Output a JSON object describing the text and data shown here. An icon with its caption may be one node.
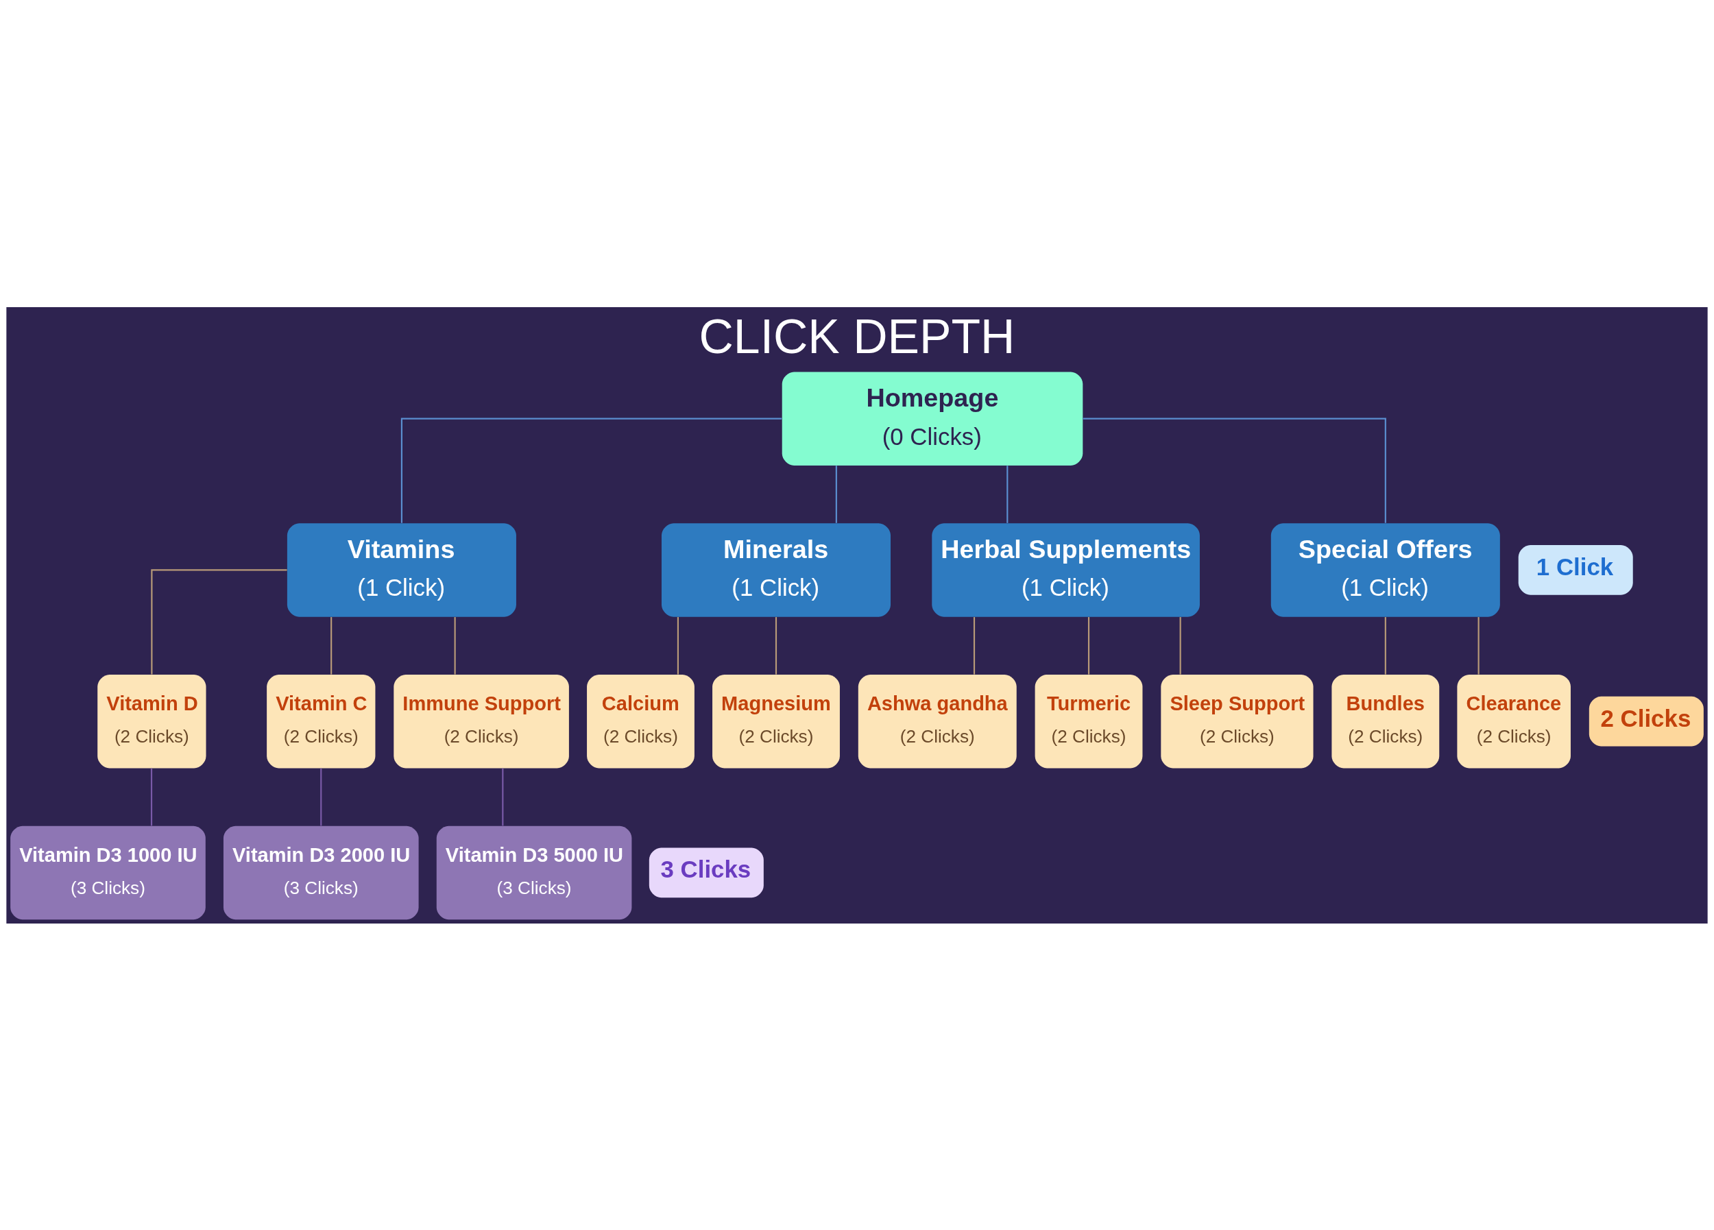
{
  "diagram": {
    "title": "CLICK DEPTH",
    "nodes": [
      {
        "text": [
          "Homepage",
          "(0 Clicks)"
        ]
      },
      {
        "text": [
          "1 Click"
        ]
      },
      {
        "text": [
          "Vitamins",
          "(1 Click)"
        ]
      },
      {
        "text": [
          "Minerals",
          "(1 Click)"
        ]
      },
      {
        "text": [
          "Herbal Supplements",
          "(1 Click)"
        ]
      },
      {
        "text": [
          "Special Offers",
          "(1 Click)"
        ]
      },
      {
        "text": [
          "2 Clicks"
        ]
      },
      {
        "text": [
          "Vitamin D",
          "(2 Clicks)"
        ]
      },
      {
        "text": [
          "Vitamin C",
          "(2 Clicks)"
        ]
      },
      {
        "text": [
          "Immune Support",
          "(2 Clicks)"
        ]
      },
      {
        "text": [
          "Calcium",
          "(2 Clicks)"
        ]
      },
      {
        "text": [
          "Magnesium",
          "(2 Clicks)"
        ]
      },
      {
        "text": [
          "Ashwa gandha",
          "(2 Clicks)"
        ]
      },
      {
        "text": [
          "Turmeric",
          "(2 Clicks)"
        ]
      },
      {
        "text": [
          "Sleep Support",
          "(2 Clicks)"
        ]
      },
      {
        "text": [
          "Bundles",
          "(2 Clicks)"
        ]
      },
      {
        "text": [
          "Clearance",
          "(2 Clicks)"
        ]
      },
      {
        "text": [
          "3 Clicks"
        ]
      },
      {
        "text": [
          "Vitamin D3 1000 IU",
          "(3 Clicks)"
        ]
      },
      {
        "text": [
          "Vitamin D3 2000 IU",
          "(3 Clicks)"
        ]
      },
      {
        "text": [
          "Vitamin D3 5000 IU",
          "(3 Clicks)"
        ]
      }
    ],
    "edges": [
      {
        "from": 0,
        "to": 2,
        "arrow": "none",
        "color": "#5b8fd0"
      },
      {
        "from": 0,
        "to": 3,
        "arrow": "none",
        "color": "#5b8fd0"
      },
      {
        "from": 0,
        "to": 4,
        "arrow": "none",
        "color": "#5b8fd0"
      },
      {
        "from": 0,
        "to": 5,
        "arrow": "none",
        "color": "#5b8fd0"
      },
      {
        "from": 2,
        "to": 7,
        "arrow": "none"
      },
      {
        "from": 2,
        "to": 8,
        "arrow": "none"
      },
      {
        "from": 2,
        "to": 9,
        "arrow": "none"
      },
      {
        "from": 3,
        "to": 10,
        "arrow": "none"
      },
      {
        "from": 3,
        "to": 11,
        "arrow": "none"
      },
      {
        "from": 4,
        "to": 12,
        "arrow": "none"
      },
      {
        "from": 4,
        "to": 13,
        "arrow": "none"
      },
      {
        "from": 4,
        "to": 14,
        "arrow": "none"
      },
      {
        "from": 5,
        "to": 15,
        "arrow": "none"
      },
      {
        "from": 5,
        "to": 16,
        "arrow": "none"
      },
      {
        "from": 7,
        "to": 18,
        "arrow": "none",
        "color": "#7a5aa8"
      },
      {
        "from": 8,
        "to": 19,
        "arrow": "none",
        "color": "#7a5aa8"
      },
      {
        "from": 9,
        "to": 20,
        "arrow": "none",
        "color": "#7a5aa8"
      }
    ]
  }
}
